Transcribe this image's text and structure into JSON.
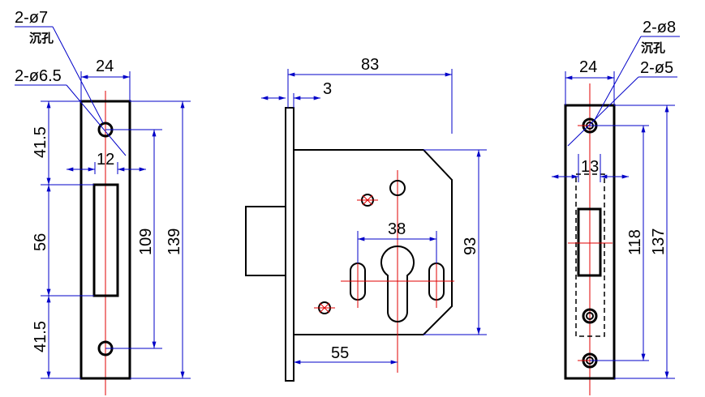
{
  "colors": {
    "outline": "#000000",
    "dimension": "#0000c8",
    "centerline": "#e00000"
  },
  "left_view": {
    "callout_top": "2-ø7",
    "callout_top_note": "沉孔",
    "callout_bottom": "2-ø6.5",
    "width": "24",
    "hole_spacing_x": "12",
    "top_offset": "41.5",
    "slot_length": "56",
    "bottom_offset": "41.5",
    "hole_pitch": "109",
    "total_height": "139"
  },
  "front_view": {
    "depth": "83",
    "faceplate_thickness": "3",
    "body_height": "93",
    "keyhole_spacing": "38",
    "backset": "55"
  },
  "right_view": {
    "callout_top": "2-ø8",
    "callout_top_note": "沉孔",
    "callout_bottom": "2-ø5",
    "width": "24",
    "slot_width": "13",
    "hole_pitch": "118",
    "total_height": "137"
  }
}
